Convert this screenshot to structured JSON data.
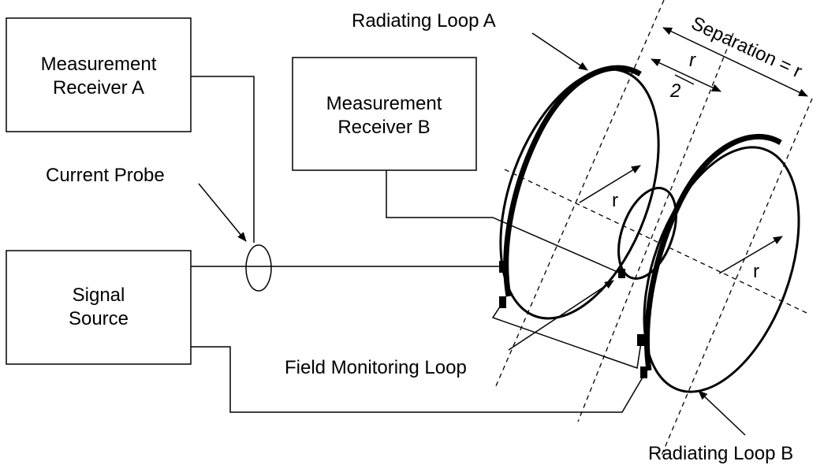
{
  "labels": {
    "receiver_a": [
      "Measurement",
      "Receiver A"
    ],
    "receiver_b": [
      "Measurement",
      "Receiver B"
    ],
    "signal_source": [
      "Signal",
      "Source"
    ],
    "current_probe": "Current Probe",
    "radiating_loop_a": "Radiating Loop A",
    "radiating_loop_b": "Radiating Loop B",
    "field_monitoring_loop": "Field Monitoring Loop",
    "separation": "Separation = r",
    "radius_a": "r",
    "radius_b": "r",
    "half_sep_num": "r",
    "half_sep_den": "2"
  }
}
